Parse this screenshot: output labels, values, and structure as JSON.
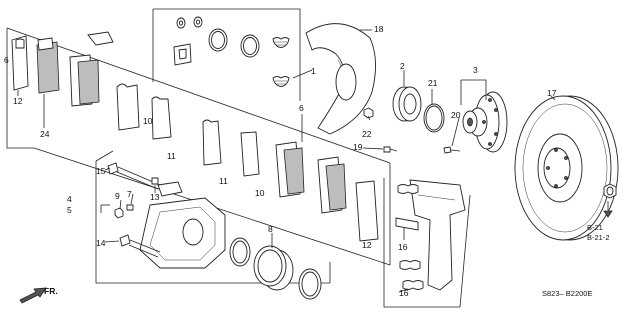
{
  "diagram": {
    "callouts": {
      "c1": "1",
      "c2": "2",
      "c3": "3",
      "c4": "4",
      "c5": "5",
      "c6a": "6",
      "c6b": "6",
      "c7": "7",
      "c8": "8",
      "c9": "9",
      "c10a": "10",
      "c10b": "10",
      "c11a": "11",
      "c11b": "11",
      "c12a": "12",
      "c12b": "12",
      "c13": "13",
      "c14": "14",
      "c15": "15",
      "c16a": "16",
      "c16b": "16",
      "c17": "17",
      "c18": "18",
      "c19": "19",
      "c20": "20",
      "c21": "21",
      "c22": "22",
      "c24": "24"
    },
    "references": [
      "B-21",
      "B-21-2"
    ],
    "direction_label": "FR.",
    "diagram_code": "S823– B2200E"
  }
}
